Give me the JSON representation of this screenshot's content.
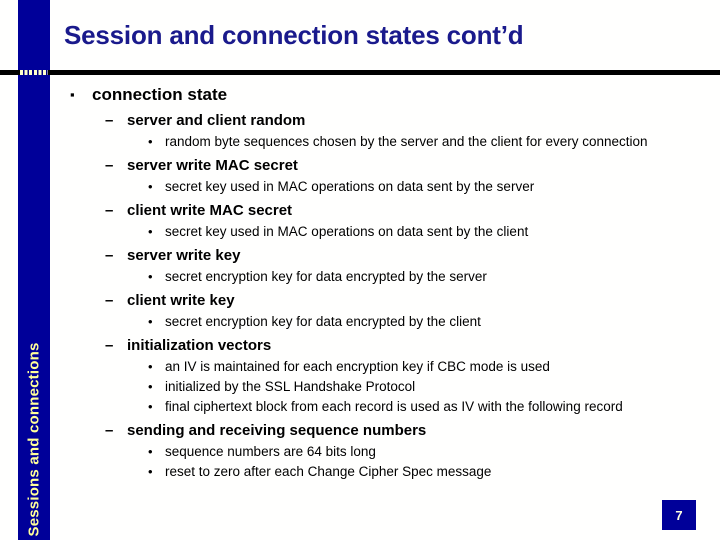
{
  "slide": {
    "title": "Session and connection states cont’d",
    "side_label": "Sessions and connections",
    "page_number": "7",
    "colors": {
      "band_blue": "#000099",
      "title_navy": "#1a1a8c",
      "side_label_yellow": "#ffff99",
      "rule_black": "#000000",
      "badge_blue": "#000099",
      "background": "#fffffe"
    },
    "markers": {
      "level1": "▪",
      "level2": "–",
      "level3": "•"
    },
    "outline": [
      {
        "level": 1,
        "text": "connection state"
      },
      {
        "level": 2,
        "text": "server and client random"
      },
      {
        "level": 3,
        "text": "random byte sequences chosen by the server and the client for every connection"
      },
      {
        "level": 2,
        "text": "server write MAC secret"
      },
      {
        "level": 3,
        "text": "secret key used in MAC operations on data sent by the server"
      },
      {
        "level": 2,
        "text": "client write MAC secret"
      },
      {
        "level": 3,
        "text": "secret key used in MAC operations on data sent by the client"
      },
      {
        "level": 2,
        "text": "server write key"
      },
      {
        "level": 3,
        "text": "secret encryption key for data encrypted by the server"
      },
      {
        "level": 2,
        "text": "client write key"
      },
      {
        "level": 3,
        "text": "secret encryption key for data encrypted by the client"
      },
      {
        "level": 2,
        "text": "initialization vectors"
      },
      {
        "level": 3,
        "text": "an IV is maintained for each encryption key if CBC mode is used"
      },
      {
        "level": 3,
        "text": "initialized by the SSL Handshake Protocol"
      },
      {
        "level": 3,
        "text": "final ciphertext block from each record is used as IV with the following record"
      },
      {
        "level": 2,
        "text": "sending and receiving sequence numbers"
      },
      {
        "level": 3,
        "text": "sequence numbers are 64 bits long"
      },
      {
        "level": 3,
        "text": "reset to zero after each Change Cipher Spec message"
      }
    ]
  }
}
